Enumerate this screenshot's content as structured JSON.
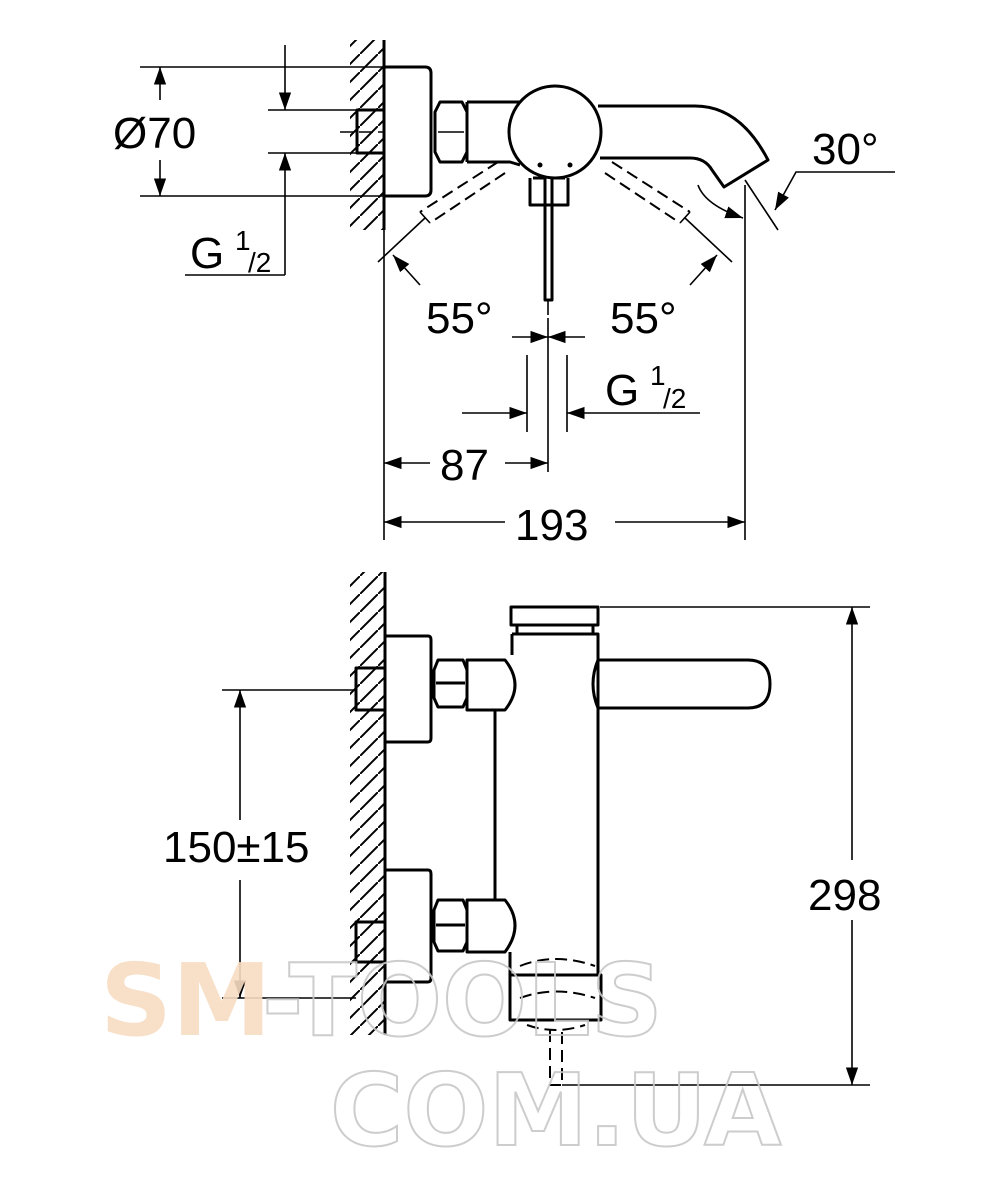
{
  "top_view": {
    "diameter_label": "Ø70",
    "thread_left": {
      "main": "G",
      "sup": "1",
      "sub": "/2"
    },
    "angle_left": "55°",
    "angle_right": "55°",
    "spout_angle": "30°",
    "thread_bottom": {
      "main": "G",
      "sup": "1",
      "sub": "/2"
    },
    "dim_center": "87",
    "dim_total": "193"
  },
  "side_view": {
    "inlet_spacing": "150±15",
    "height": "298"
  },
  "watermark": {
    "line1_a": "SM",
    "line1_b": "-TOOLS",
    "line2": "COM.UA",
    "color_a": "#f7dcc3",
    "color_outline": "#c8c8c8"
  }
}
